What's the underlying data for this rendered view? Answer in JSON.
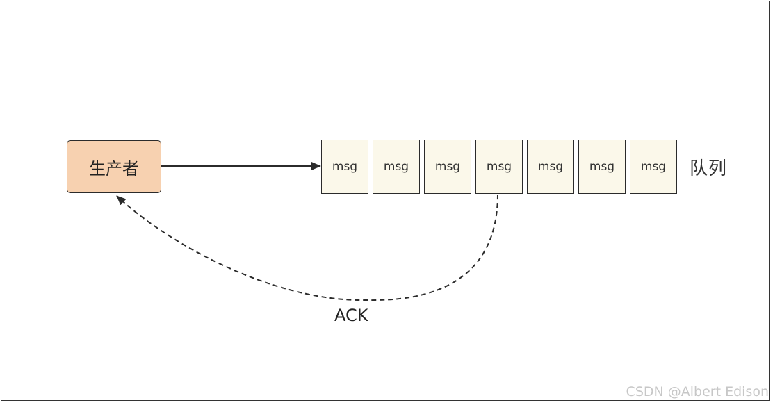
{
  "producer": {
    "label": "生产者"
  },
  "queue": {
    "label": "队列",
    "messages": [
      "msg",
      "msg",
      "msg",
      "msg",
      "msg",
      "msg",
      "msg"
    ]
  },
  "ack": {
    "label": "ACK"
  },
  "watermark": {
    "text": "CSDN @Albert Edison"
  },
  "colors": {
    "producer_fill": "#f7d1b0",
    "message_fill": "#fbf8ea",
    "line": "#2b2b2b",
    "watermark": "#c7c7c7"
  }
}
